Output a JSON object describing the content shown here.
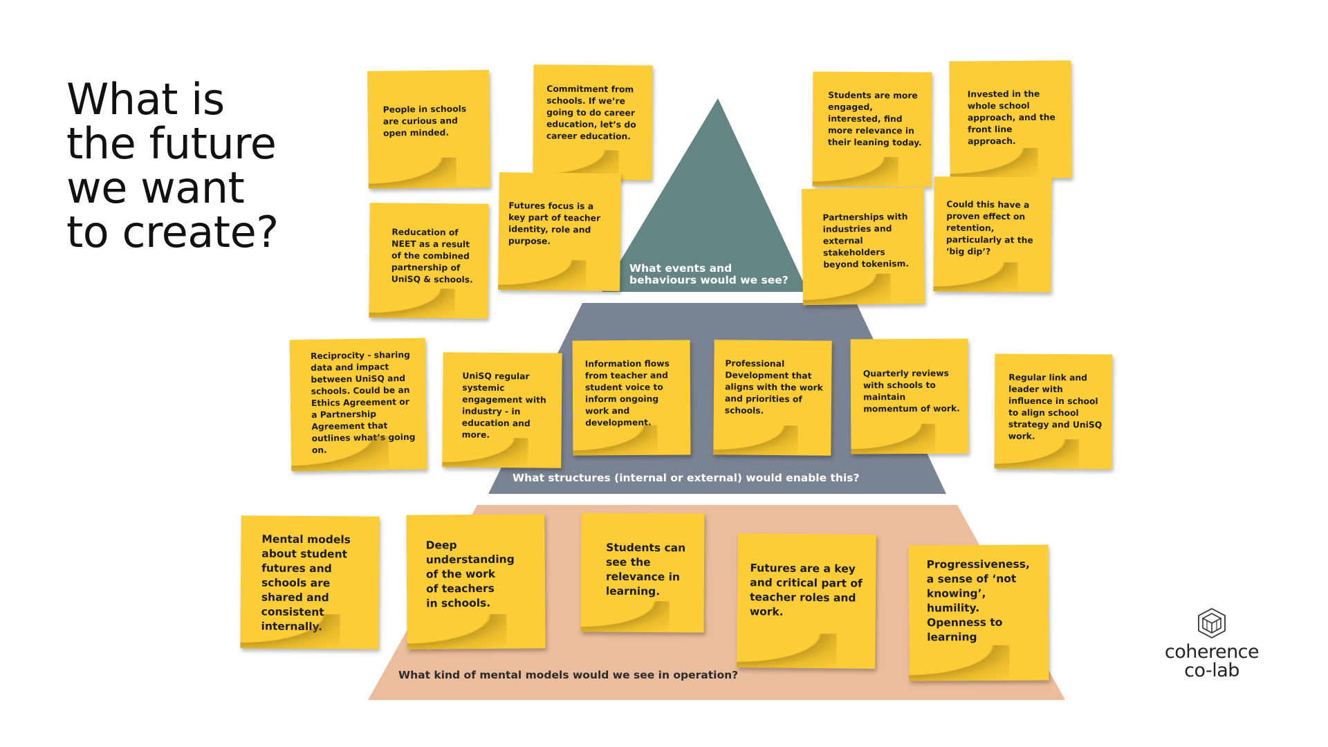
{
  "title": "What is\nthe future\nwe want\nto create?",
  "layers": {
    "top": {
      "label": "What events and\nbehaviours would we see?",
      "color": "#648583"
    },
    "middle": {
      "label": "What structures (internal or external) would enable this?",
      "color": "#7a8391"
    },
    "bottom": {
      "label": "What kind of mental models would we see in operation?",
      "color": "#ebbc9d"
    }
  },
  "notes_top": [
    "People in schools are curious and open minded.",
    "Commitment from schools. If we’re going to do career education, let’s do career education.",
    "Students are more engaged, interested, find more relevance in their leaning today.",
    "Invested in the whole school approach, and the front line approach.",
    "Reducation of NEET as a result of the combined partnership of UniSQ & schools.",
    "Futures focus is a key part of teacher identity, role and purpose.",
    "Partnerships with industries and external stakeholders beyond tokenism.",
    "Could this have a proven effect on retention, particularly at the ‘big dip’?"
  ],
  "notes_middle": [
    "Reciprocity - sharing data and impact between UniSQ and schools. Could be an Ethics Agreement or a Partnership Agreement that outlines what’s going on.",
    "UniSQ regular systemic engagement with industry - in education and more.",
    "Information flows from teacher and student voice to inform ongoing work and development.",
    "Professional Development that aligns with the work and priorities of schools.",
    "Quarterly reviews with schools to maintain momentum of work.",
    "Regular link and leader with influence in school to align school strategy and UniSQ work."
  ],
  "notes_bottom": [
    "Mental models about student futures and schools are shared and consistent internally.",
    "Deep understanding of the work of teachers in schools.",
    "Students can see the relevance in learning.",
    "Futures are a key and critical part of teacher roles and work.",
    "Progressiveness, a sense of ‘not knowing’, humility. Openness to learning"
  ],
  "logo": {
    "text": "coherence\nco-lab",
    "icon": "cube-icon"
  },
  "colors": {
    "note": "#fccd36"
  }
}
